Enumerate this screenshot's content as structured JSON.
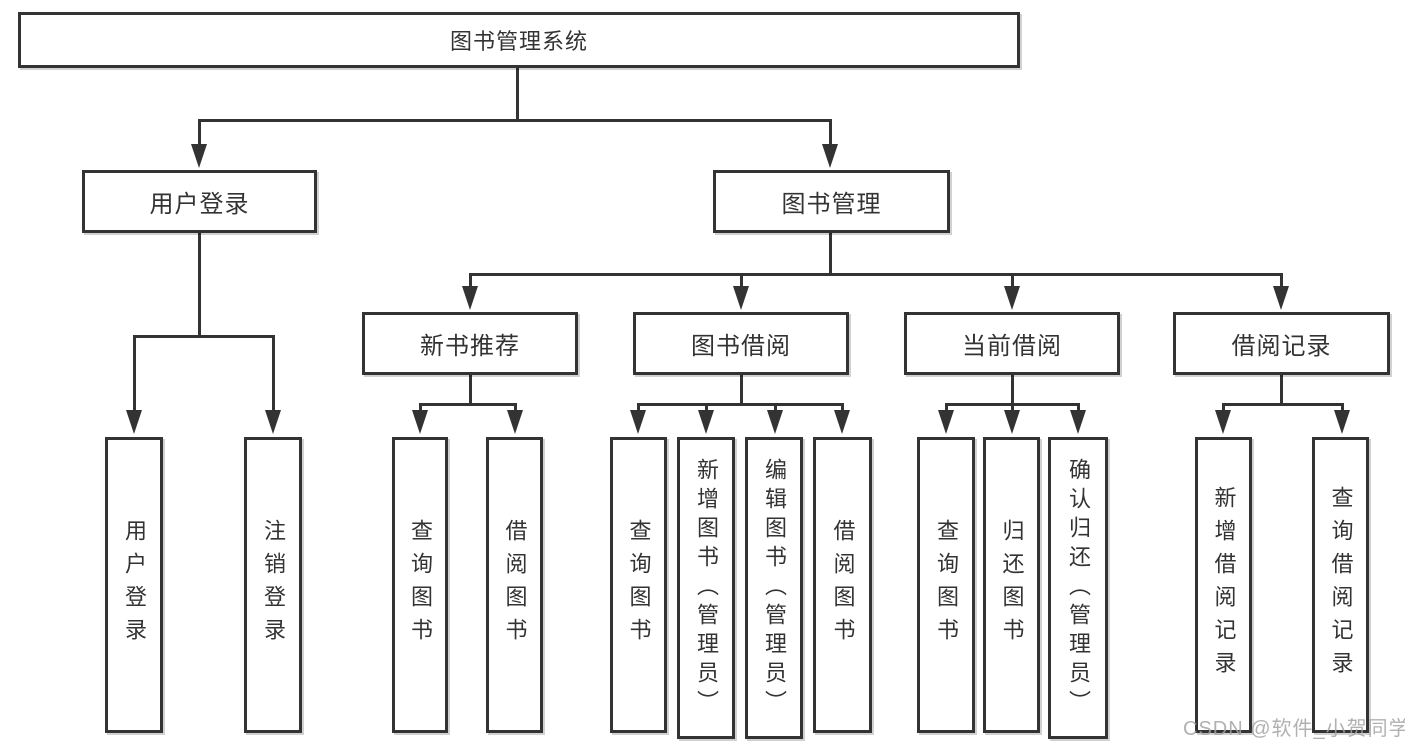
{
  "diagram": {
    "root": {
      "label": "图书管理系统"
    },
    "level2": [
      {
        "label": "用户登录"
      },
      {
        "label": "图书管理"
      }
    ],
    "level3": [
      {
        "label": "新书推荐"
      },
      {
        "label": "图书借阅"
      },
      {
        "label": "当前借阅"
      },
      {
        "label": "借阅记录"
      }
    ],
    "leaves": [
      {
        "label": "用户登录"
      },
      {
        "label": "注销登录"
      },
      {
        "label": "查询图书"
      },
      {
        "label": "借阅图书"
      },
      {
        "label": "查询图书"
      },
      {
        "label": "新增图书（管理员）"
      },
      {
        "label": "编辑图书（管理员）"
      },
      {
        "label": "借阅图书"
      },
      {
        "label": "查询图书"
      },
      {
        "label": "归还图书"
      },
      {
        "label": "确认归还（管理员）"
      },
      {
        "label": "新增借阅记录"
      },
      {
        "label": "查询借阅记录"
      }
    ],
    "watermark": "CSDN @软件_小贺同学",
    "colors": {
      "line": "#333333",
      "box_border": "#333333",
      "text": "#333333",
      "watermark": "#a3a3a3",
      "background": "#ffffff"
    }
  }
}
